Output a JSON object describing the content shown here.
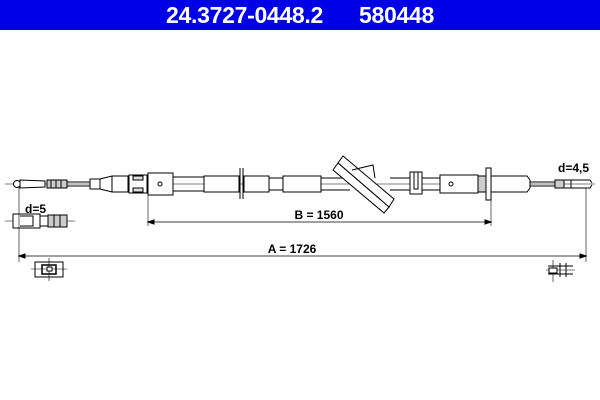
{
  "header": {
    "part_number": "24.3727-0448.2",
    "reference_number": "580448",
    "background_color": "#0000e6",
    "text_color": "#ffffff"
  },
  "drawing": {
    "type": "cable technical drawing",
    "dimension_a": "A = 1726",
    "dimension_b": "B = 1560",
    "left_end_diameter": "d=5",
    "right_end_diameter": "d=4,5"
  }
}
